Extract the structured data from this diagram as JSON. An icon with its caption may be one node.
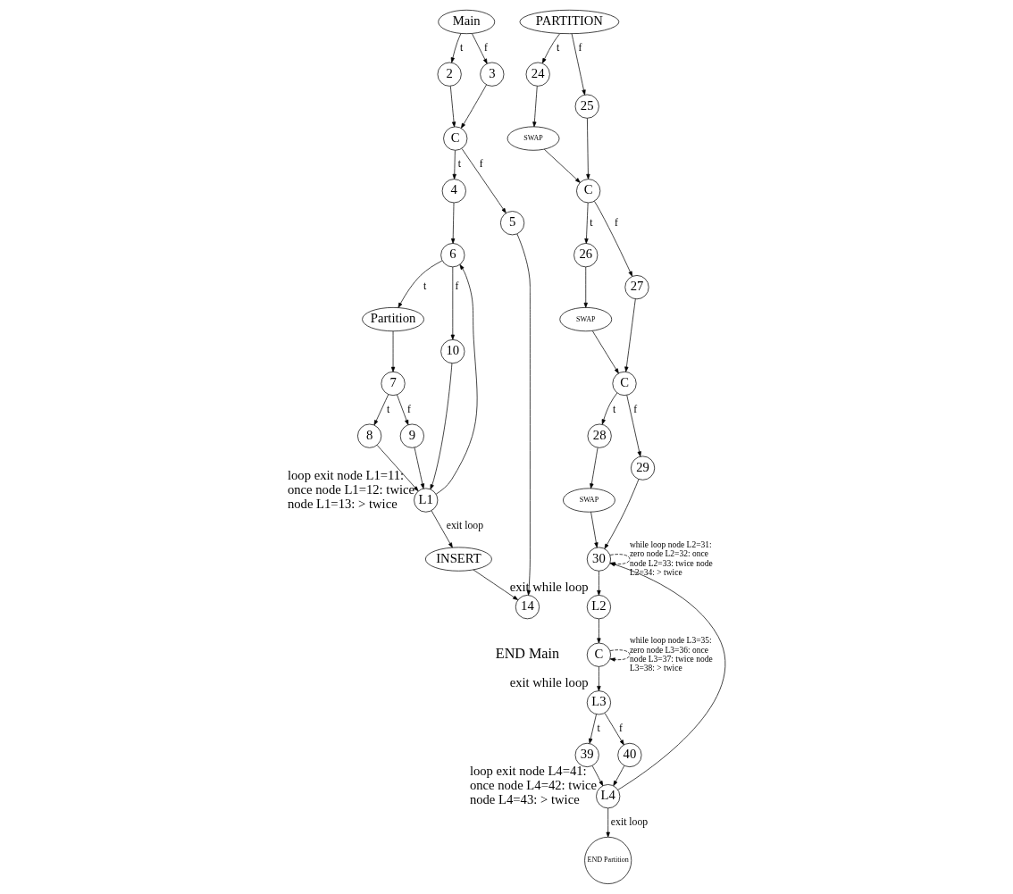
{
  "diagram": {
    "nodes": [
      {
        "text": [
          "Main"
        ]
      },
      {
        "text": [
          "2"
        ]
      },
      {
        "text": [
          "3"
        ]
      },
      {
        "text": [
          "C"
        ]
      },
      {
        "text": [
          "4"
        ]
      },
      {
        "text": [
          "5"
        ]
      },
      {
        "text": [
          "6"
        ]
      },
      {
        "text": [
          "Partition"
        ]
      },
      {
        "text": [
          "7"
        ]
      },
      {
        "text": [
          "8"
        ]
      },
      {
        "text": [
          "9"
        ]
      },
      {
        "text": [
          "10"
        ]
      },
      {
        "text": [
          "L1"
        ],
        "beside": [
          "loop exit node L1=11: once node L1=12: twice node L1=13: > twice"
        ]
      },
      {
        "text": [
          "INSERT"
        ]
      },
      {
        "text": [
          "14"
        ]
      },
      {
        "text": [
          "PARTITION"
        ]
      },
      {
        "text": [
          "24"
        ]
      },
      {
        "text": [
          "25"
        ]
      },
      {
        "text": [
          "SWAP"
        ]
      },
      {
        "text": [
          "C"
        ]
      },
      {
        "text": [
          "26"
        ]
      },
      {
        "text": [
          "27"
        ]
      },
      {
        "text": [
          "SWAP"
        ]
      },
      {
        "text": [
          "C"
        ]
      },
      {
        "text": [
          "28"
        ]
      },
      {
        "text": [
          "29"
        ]
      },
      {
        "text": [
          "SWAP"
        ]
      },
      {
        "text": [
          "30"
        ]
      },
      {
        "text": [
          "L2"
        ],
        "beside": [
          "exit while loop"
        ]
      },
      {
        "text": [
          "C"
        ]
      },
      {
        "text": [
          "L3"
        ],
        "beside": [
          "exit while loop"
        ]
      },
      {
        "text": [
          "39"
        ]
      },
      {
        "text": [
          "40"
        ]
      },
      {
        "text": [
          "L4"
        ],
        "beside": [
          "loop exit node L4=41: once node L4=42: twice node L4=43: > twice"
        ]
      },
      {
        "text": [
          "END Partition"
        ]
      }
    ],
    "edges": [
      {
        "from": 0,
        "to": 1,
        "arrow": "to",
        "label": "t"
      },
      {
        "from": 0,
        "to": 2,
        "arrow": "to",
        "label": "f"
      },
      {
        "from": 1,
        "to": 3,
        "arrow": "to"
      },
      {
        "from": 2,
        "to": 3,
        "arrow": "to"
      },
      {
        "from": 3,
        "to": 4,
        "arrow": "to",
        "label": "t"
      },
      {
        "from": 3,
        "to": 5,
        "arrow": "to",
        "label": "f"
      },
      {
        "from": 4,
        "to": 6,
        "arrow": "to"
      },
      {
        "from": 5,
        "to": 14,
        "arrow": "to"
      },
      {
        "from": 6,
        "to": 7,
        "arrow": "to",
        "label": "t"
      },
      {
        "from": 6,
        "to": 11,
        "arrow": "to",
        "label": "f"
      },
      {
        "from": 7,
        "to": 8,
        "arrow": "to"
      },
      {
        "from": 8,
        "to": 9,
        "arrow": "to",
        "label": "t"
      },
      {
        "from": 8,
        "to": 10,
        "arrow": "to",
        "label": "f"
      },
      {
        "from": 9,
        "to": 12,
        "arrow": "to"
      },
      {
        "from": 10,
        "to": 12,
        "arrow": "to"
      },
      {
        "from": 11,
        "to": 12,
        "arrow": "to"
      },
      {
        "from": 12,
        "to": 6,
        "arrow": "to"
      },
      {
        "from": 12,
        "to": 13,
        "arrow": "to",
        "label": "exit loop"
      },
      {
        "from": 13,
        "to": 14,
        "arrow": "to"
      },
      {
        "from": 15,
        "to": 16,
        "arrow": "to",
        "label": "t"
      },
      {
        "from": 15,
        "to": 17,
        "arrow": "to",
        "label": "f"
      },
      {
        "from": 16,
        "to": 18,
        "arrow": "to"
      },
      {
        "from": 18,
        "to": 19,
        "arrow": "to"
      },
      {
        "from": 17,
        "to": 19,
        "arrow": "to"
      },
      {
        "from": 19,
        "to": 20,
        "arrow": "to",
        "label": "t"
      },
      {
        "from": 19,
        "to": 21,
        "arrow": "to",
        "label": "f"
      },
      {
        "from": 20,
        "to": 22,
        "arrow": "to"
      },
      {
        "from": 22,
        "to": 23,
        "arrow": "to"
      },
      {
        "from": 21,
        "to": 23,
        "arrow": "to"
      },
      {
        "from": 23,
        "to": 24,
        "arrow": "to",
        "label": "t"
      },
      {
        "from": 23,
        "to": 25,
        "arrow": "to",
        "label": "f"
      },
      {
        "from": 24,
        "to": 26,
        "arrow": "to"
      },
      {
        "from": 26,
        "to": 27,
        "arrow": "to"
      },
      {
        "from": 25,
        "to": 27,
        "arrow": "to"
      },
      {
        "from": 27,
        "to": 27,
        "arrow": "to",
        "style": "dashed",
        "label": "while loop node L2=31: zero node L2=32: once node L2=33: twice node L2=34: > twice"
      },
      {
        "from": 27,
        "to": 28,
        "arrow": "to"
      },
      {
        "from": 28,
        "to": 29,
        "arrow": "to"
      },
      {
        "from": 29,
        "to": 29,
        "arrow": "to",
        "style": "dashed",
        "label": "while loop node L3=35: zero node L3=36: once node L3=37: twice node L3=38: > twice"
      },
      {
        "from": 29,
        "to": 30,
        "arrow": "to"
      },
      {
        "from": 30,
        "to": 31,
        "arrow": "to",
        "label": "t"
      },
      {
        "from": 30,
        "to": 32,
        "arrow": "to",
        "label": "f"
      },
      {
        "from": 31,
        "to": 33,
        "arrow": "to"
      },
      {
        "from": 32,
        "to": 33,
        "arrow": "to"
      },
      {
        "from": 33,
        "to": 27,
        "arrow": "to"
      },
      {
        "from": 33,
        "to": 34,
        "arrow": "to",
        "label": "exit loop"
      }
    ],
    "labels": [
      "END Main"
    ]
  }
}
